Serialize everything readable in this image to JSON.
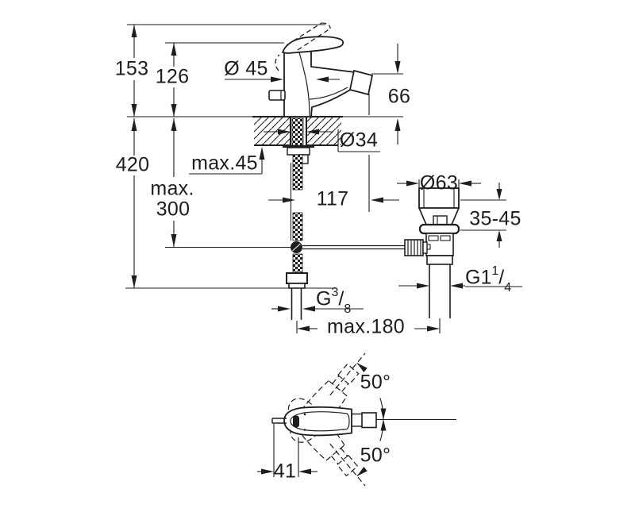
{
  "style": {
    "line_color": "#1d1d1b",
    "background": "#ffffff"
  },
  "dims": {
    "d153": "153",
    "d126": "126",
    "d45": "Ø 45",
    "d66": "66",
    "d420": "420",
    "dmax45": "max.45",
    "d34": "Ø34",
    "dmax300_l1": "max.",
    "dmax300_l2": "300",
    "d117": "117",
    "d63": "Ø63",
    "d3545": "35-45",
    "dmax180": "max.180",
    "d41": "41",
    "angle_top": "50°",
    "angle_bottom": "50°",
    "g38_base": "G",
    "g38_sup": "3",
    "g38_slash": "/",
    "g38_sub": "8",
    "g114_base": "G1",
    "g114_sup": "1",
    "g114_slash": "/",
    "g114_sub": "4"
  }
}
